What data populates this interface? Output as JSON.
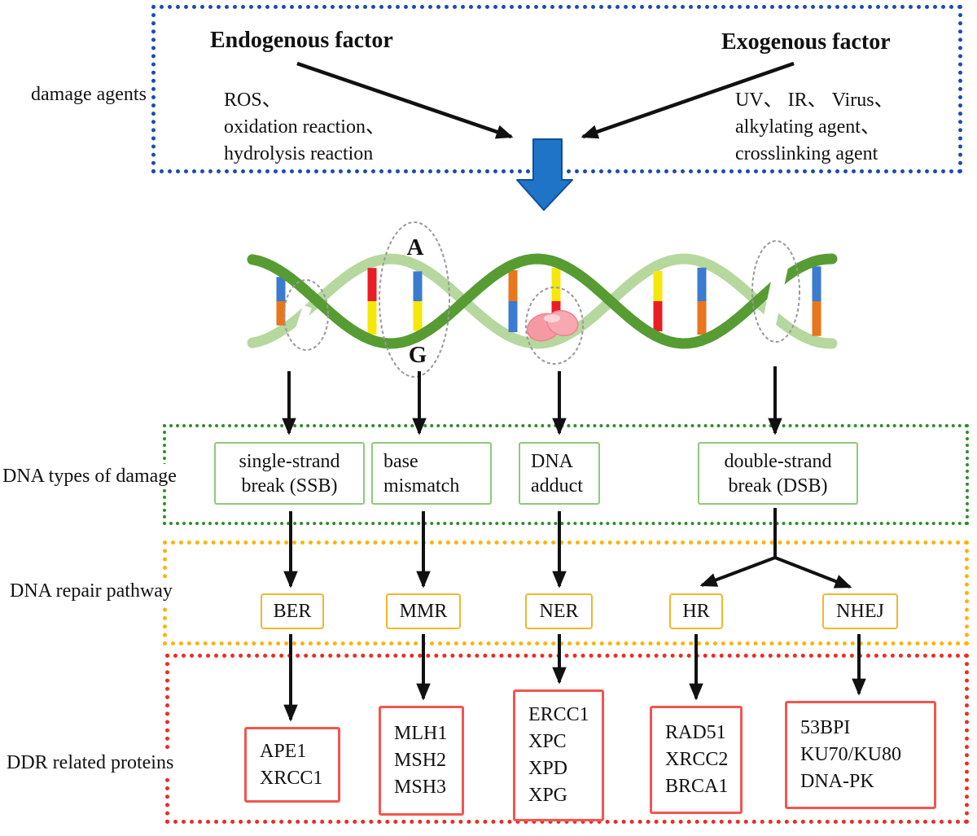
{
  "colors": {
    "agents_border": "#1b4cb3",
    "types_border": "#2e8f28",
    "repair_border": "#ffb302",
    "proteins_border": "#ee2b20",
    "type_box_border": "#8fc97c",
    "repair_box_border": "#f4b62c",
    "protein_box_border": "#f1564f",
    "big_arrow": "#2074c8",
    "strand_dark_green": "#569c33",
    "strand_light_green": "#b6d89f",
    "adduct_pink": "#f59aa2"
  },
  "damage_agents": {
    "label": "damage agents",
    "endogenous": {
      "title": "Endogenous factor",
      "items": [
        "ROS、",
        "oxidation reaction、",
        "hydrolysis reaction"
      ]
    },
    "exogenous": {
      "title": "Exogenous factor",
      "items": [
        "UV、 IR、 Virus、",
        "alkylating agent、",
        "crosslinking agent"
      ]
    }
  },
  "dna": {
    "base_label_top": "A",
    "base_label_bottom": "G"
  },
  "damage_types": {
    "label": "DNA types of damage",
    "boxes": [
      {
        "lines": [
          "single-strand",
          "break (SSB)"
        ]
      },
      {
        "lines": [
          "base",
          "mismatch"
        ]
      },
      {
        "lines": [
          "DNA",
          "adduct"
        ]
      },
      {
        "lines": [
          "double-strand",
          "break (DSB)"
        ]
      }
    ]
  },
  "repair_pathways": {
    "label": "DNA repair pathway",
    "boxes": [
      "BER",
      "MMR",
      "NER",
      "HR",
      "NHEJ"
    ]
  },
  "ddr_proteins": {
    "label": "DDR related proteins",
    "boxes": [
      {
        "lines": [
          "APE1",
          "XRCC1"
        ]
      },
      {
        "lines": [
          "MLH1",
          "MSH2",
          "MSH3"
        ]
      },
      {
        "lines": [
          "ERCC1",
          "XPC",
          "XPD",
          "XPG"
        ]
      },
      {
        "lines": [
          "RAD51",
          "XRCC2",
          "BRCA1"
        ]
      },
      {
        "lines": [
          "53BPI",
          "KU70/KU80",
          "DNA-PK"
        ]
      }
    ]
  }
}
